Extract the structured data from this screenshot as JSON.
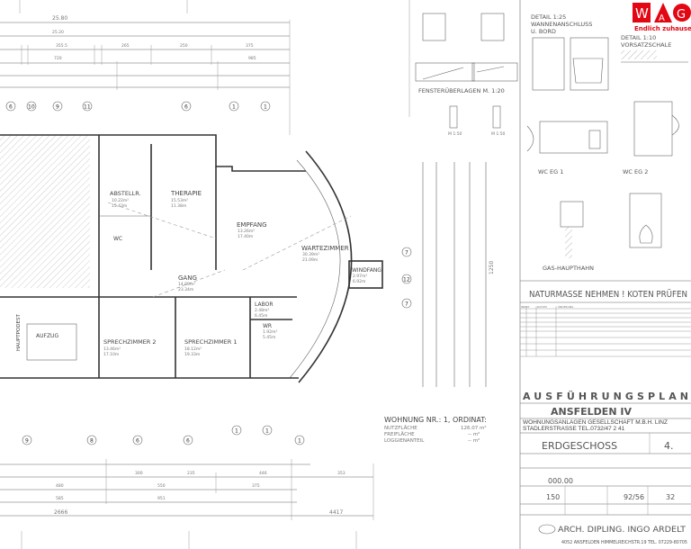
{
  "plan": {
    "top_dims": {
      "overall": "25.80",
      "inner": "25.20",
      "a": "720",
      "b": "985",
      "c": "355.5",
      "d": "265",
      "e": "250",
      "f": "375"
    },
    "bottom_dims": {
      "left_total": "2666",
      "right_total": "4417",
      "a": "585",
      "b": "951",
      "c": "480",
      "d": "550",
      "e": "375",
      "f": "353",
      "g": "300",
      "h": "235",
      "i": "446"
    },
    "side_dim": "1250",
    "grid_top": [
      "6",
      "10",
      "9",
      "11",
      "6",
      "1",
      "1"
    ],
    "grid_bottom": [
      "9",
      "8",
      "6",
      "6",
      "1",
      "1",
      "1"
    ],
    "grid_right": [
      "7",
      "12",
      "7"
    ],
    "rooms": [
      {
        "name": "ABSTELLR.",
        "area": "10.22m²",
        "perim": "15.43m"
      },
      {
        "name": "THERAPIE",
        "area": "15.53m²",
        "perim": "11.38m"
      },
      {
        "name": "EMPFANG",
        "area": "13.26m²",
        "perim": "17.40m"
      },
      {
        "name": "WARTEZIMMER",
        "area": "30.39m²",
        "perim": "21.09m"
      },
      {
        "name": "WINDFANG",
        "area": "2.97m²",
        "perim": "6.92m"
      },
      {
        "name": "GANG",
        "area": "14.80m²",
        "perim": "23.34m"
      },
      {
        "name": "LABOR",
        "area": "2.48m²",
        "perim": "6.45m"
      },
      {
        "name": "SPRECHZIMMER 2",
        "area": "13.46m²",
        "perim": "17.10m"
      },
      {
        "name": "SPRECHZIMMER 1",
        "area": "18.12m²",
        "perim": "19.33m"
      },
      {
        "name": "WC",
        "area": "",
        "perim": ""
      },
      {
        "name": "WR",
        "area": "1.92m²",
        "perim": "5.45m"
      },
      {
        "name": "AUFZUG",
        "area": "",
        "perim": ""
      },
      {
        "name": "HAUPTPODEST",
        "area": "",
        "perim": ""
      }
    ],
    "apartment": {
      "title": "WOHNUNG NR.: 1, ORDINAT:",
      "rows": [
        {
          "label": "NUTZFLÄCHE",
          "value": "126.07 m²"
        },
        {
          "label": "FREIFLÄCHE",
          "value": "-- m²"
        },
        {
          "label": "LOGGIENANTEIL",
          "value": "-- m²"
        }
      ]
    }
  },
  "details": {
    "fenster": "FENSTERÜBERLAGEN M. 1:20",
    "detail1": [
      "DETAIL 1:25",
      "WANNENANSCHLUSS",
      "U. BORD"
    ],
    "detail2": [
      "DETAIL 1:10",
      "VORSATZSCHALE"
    ],
    "wc1": "WC EG 1",
    "wc2": "WC EG 2",
    "gas": "GAS-HAUPTHAHN",
    "scale_a": "M 1:50",
    "scale_b": "M 1:50"
  },
  "logo": {
    "letters": [
      "W",
      "A",
      "G"
    ],
    "slogan": "Endlich zuhause.",
    "color": "#e30613"
  },
  "title_block": {
    "notice": "NATURMASSE NEHMEN ! KOTEN PRÜFEN",
    "rev_headers": [
      "INDEX",
      "DATUM",
      "ÄNDERUNG"
    ],
    "plan_type": "AUSFÜHRUNGSPLAN",
    "project": "ANSFELDEN IV",
    "client": "WOHNUNGSANLAGEN GESELLSCHAFT M.B.H. LINZ STADLERSTRASSE TEL.0732/47 2 41",
    "floor": "ERDGESCHOSS",
    "plan_no": "4.",
    "level": "000.00",
    "scale": "150",
    "number": "92/56",
    "sheet": "32",
    "architect": "ARCH. DIPLING. INGO ARDELT",
    "address": "4052 ANSFELDEN HIMMELREICHSTR.19 TEL. 07229-80705"
  }
}
